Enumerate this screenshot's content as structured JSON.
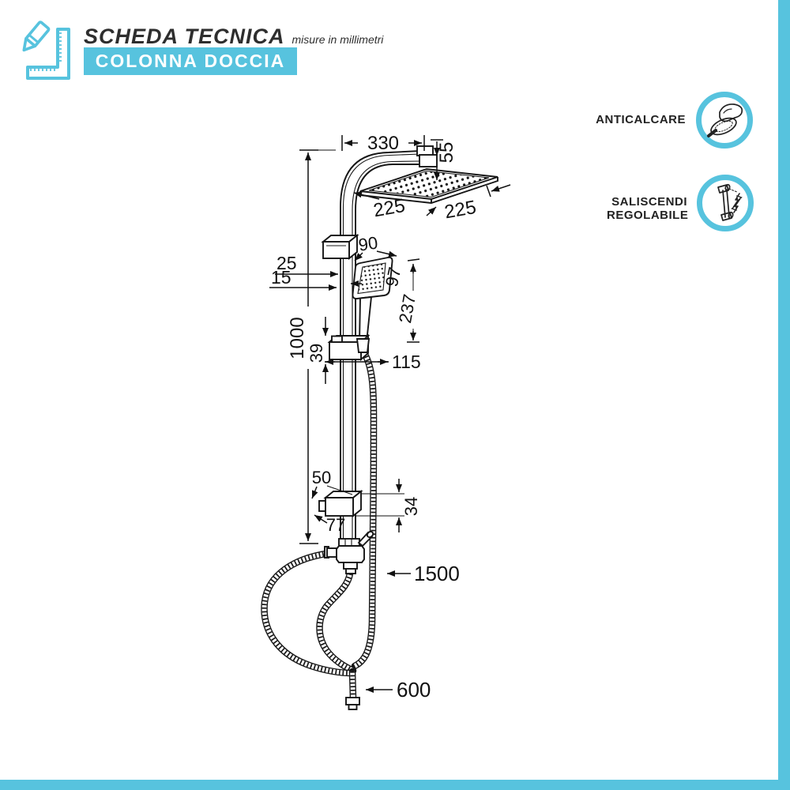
{
  "header": {
    "title": "SCHEDA TECNICA",
    "subtitle": "misure in millimetri",
    "banner": "COLONNA DOCCIA"
  },
  "badges": {
    "anticalcare": {
      "label": "ANTICALCARE",
      "icon": "hand-wiping-showerhead-icon"
    },
    "saliscendi": {
      "label_line1": "SALISCENDI",
      "label_line2": "REGOLABILE",
      "icon": "sliding-rail-arrows-icon"
    }
  },
  "drawing": {
    "subject": "shower column technical drawing",
    "dimensions": {
      "d330": "330",
      "d55": "55",
      "d225_left": "225",
      "d225_right": "225",
      "d90": "90",
      "d97": "97",
      "d237": "237",
      "d25": "25",
      "d15": "15",
      "d1000": "1000",
      "d39": "39",
      "d115": "115",
      "d50": "50",
      "d34": "34",
      "d77": "77",
      "d1500": "1500",
      "d600": "600"
    }
  },
  "colors": {
    "accent": "#57c3de",
    "line": "#161616",
    "text": "#2b2b2b"
  }
}
